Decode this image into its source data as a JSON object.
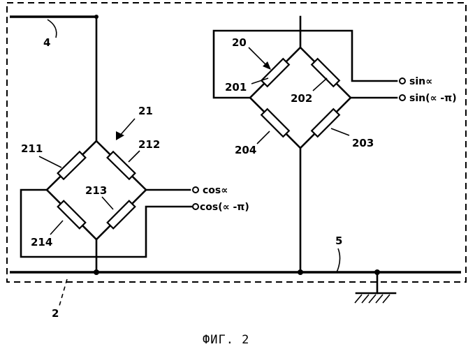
{
  "labels": {
    "bus_top": "4",
    "bus_bottom": "5",
    "housing": "2",
    "bridge_right": "20",
    "bridge_left": "21",
    "r201": "201",
    "r202": "202",
    "r203": "203",
    "r204": "204",
    "r211": "211",
    "r212": "212",
    "r213": "213",
    "r214": "214"
  },
  "signals": {
    "sin": "sin∝",
    "sin_shift": "sin(∝ -π)",
    "cos": "cos∝",
    "cos_shift": "cos(∝ -π)"
  },
  "caption": "ФИГ. 2"
}
